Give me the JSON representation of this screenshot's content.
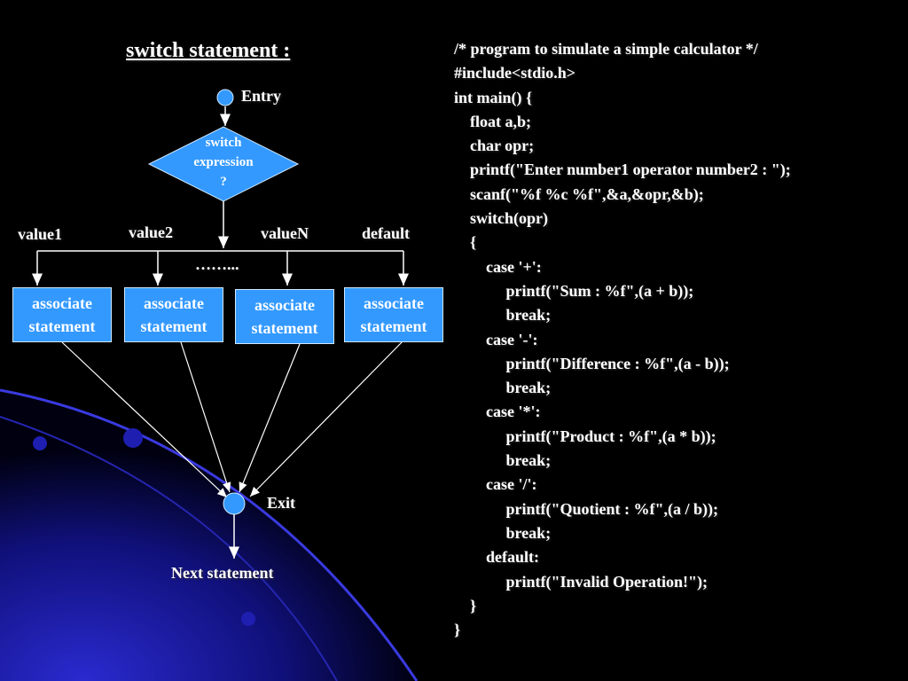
{
  "title": "switch statement :",
  "flowchart": {
    "entry_label": "Entry",
    "exit_label": "Exit",
    "decision_lines": [
      "switch",
      "expression",
      "?"
    ],
    "case_labels": [
      "value1",
      "value2",
      "valueN",
      "default"
    ],
    "ellipsis": "……...",
    "box_line1": "associate",
    "box_line2": "statement",
    "next_label": "Next statement"
  },
  "code_lines": [
    "/* program to simulate a simple calculator */",
    "#include<stdio.h>",
    "int main() {",
    "    float a,b;",
    "    char opr;",
    "    printf(\"Enter number1 operator number2 : \");",
    "    scanf(\"%f %c %f\",&a,&opr,&b);",
    "    switch(opr)",
    "    {",
    "        case '+':",
    "             printf(\"Sum : %f\",(a + b));",
    "             break;",
    "        case '-':",
    "             printf(\"Difference : %f\",(a - b));",
    "             break;",
    "        case '*':",
    "             printf(\"Product : %f\",(a * b));",
    "             break;",
    "        case '/':",
    "             printf(\"Quotient : %f\",(a / b));",
    "             break;",
    "        default:",
    "             printf(\"Invalid Operation!\");",
    "    }",
    "}"
  ],
  "colors": {
    "background": "#000000",
    "node_fill": "#3399ff",
    "swoosh": "#1a1aa0"
  }
}
